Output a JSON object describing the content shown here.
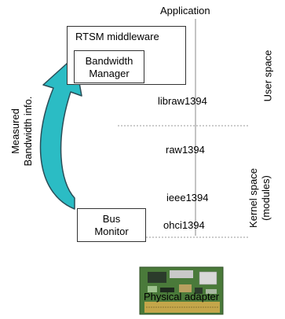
{
  "diagram": {
    "application_label": "Application",
    "middleware_label": "RTSM middleware",
    "bandwidth_manager_label": [
      "Bandwidth",
      "Manager"
    ],
    "bus_monitor_label": [
      "Bus",
      "Monitor"
    ],
    "layers": [
      {
        "name": "libraw1394"
      },
      {
        "name": "raw1394"
      },
      {
        "name": "ieee1394"
      },
      {
        "name": "ohci1394"
      }
    ],
    "physical_adapter_label": "Physical adapter",
    "user_space_label": "User space",
    "kernel_space_label": [
      "Kernel space",
      "(modules)"
    ],
    "measured_bandwidth_label": [
      "Measured",
      "Bandwidth info."
    ],
    "colors": {
      "arrow_fill": "#2bbcc4",
      "arrow_stroke": "#2a4d57",
      "pcb_green": "#4a7a3a",
      "dotted_line": "#999999"
    }
  }
}
